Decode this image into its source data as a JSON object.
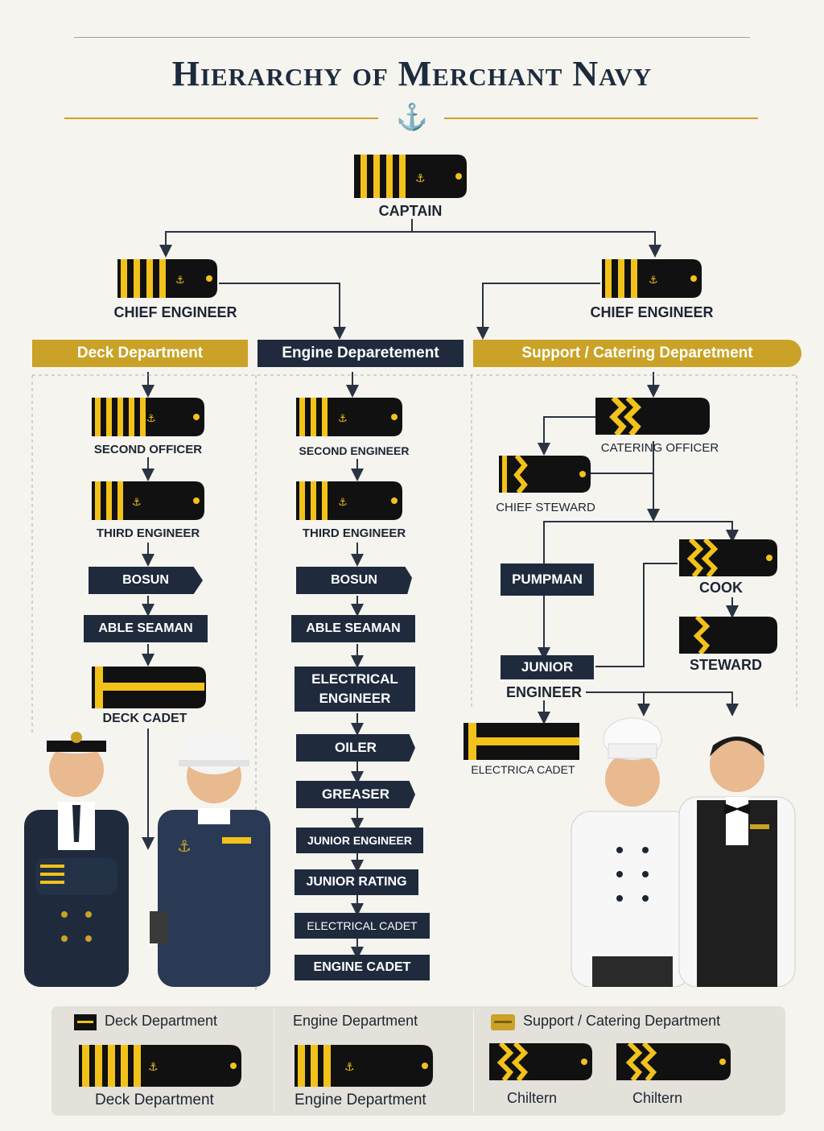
{
  "title": "Hierarchy of Merchant Navy",
  "top": {
    "captain": "CAPTAIN",
    "left_chief": "CHIEF ENGINEER",
    "right_chief": "CHIEF ENGINEER"
  },
  "departments": {
    "deck": "Deck Department",
    "engine": "Engine Deparetement",
    "support": "Support / Catering Deparetment"
  },
  "deck_ranks": [
    "SECOND OFFICER",
    "THIRD ENGINEER",
    "BOSUN",
    "ABLE SEAMAN",
    "DECK CADET"
  ],
  "engine_ranks": [
    "SECOND ENGINEER",
    "THIRD ENGINEER",
    "BOSUN",
    "ABLE SEAMAN",
    "ELECTRICAL ENGINEER",
    "OILER",
    "GREASER",
    "JUNIOR ENGINEER",
    "JUNIOR RATING",
    "ELECTRICAL CADET",
    "ENGINE CADET"
  ],
  "support_ranks": {
    "catering_officer": "CATERING OFFICER",
    "chief_steward": "CHIEF STEWARD",
    "pumpman": "PUMPMAN",
    "cook": "COOK",
    "steward": "STEWARD",
    "junior": "JUNIOR",
    "engineer": "ENGINEER",
    "electrica_cadet": "ELECTRICA CADET"
  },
  "legend": {
    "deck_title": "Deck Department",
    "engine_title": "Engine Department",
    "support_title": "Support / Catering Department",
    "deck_caption": "Deck Department",
    "engine_caption": "Engine Department",
    "support_caption_1": "Chiltern",
    "support_caption_2": "Chiltern"
  },
  "colors": {
    "navy": "#1f2b3d",
    "gold": "#c9a227",
    "stripe": "#f2c21b",
    "board": "#111111"
  }
}
